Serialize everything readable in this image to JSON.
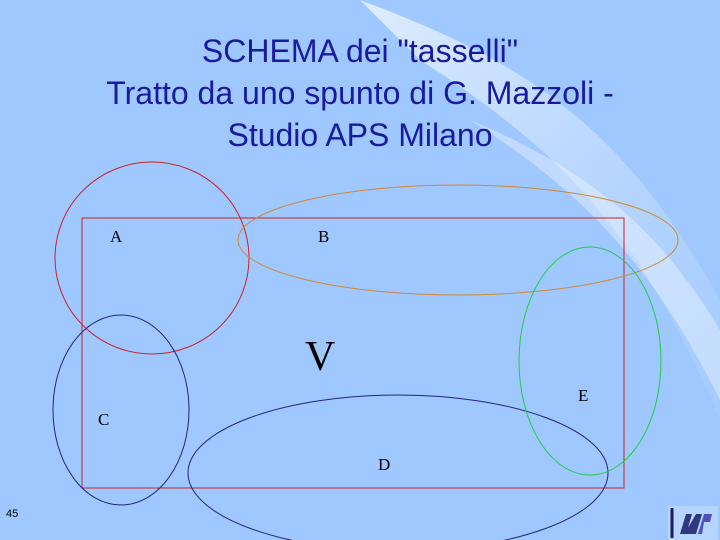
{
  "slide": {
    "title_line1": "SCHEMA dei \"tasselli\"",
    "title_line2": "Tratto da uno spunto di G. Mazzoli -",
    "title_line3": "Studio APS Milano",
    "page_number": "45"
  },
  "diagram": {
    "labels": {
      "a": "A",
      "b": "B",
      "v": "V",
      "e": "E",
      "c": "C",
      "d": "D"
    }
  },
  "colors": {
    "background": "#9ec8ff",
    "title": "#1a1aa0",
    "rectangle": "#cc2222",
    "ellipse_a": "#cc2222",
    "ellipse_b": "#d08830",
    "ellipse_c": "#22228a",
    "ellipse_d": "#22228a",
    "ellipse_e": "#22cc44"
  },
  "icons": {
    "logo": "logo-icon"
  }
}
